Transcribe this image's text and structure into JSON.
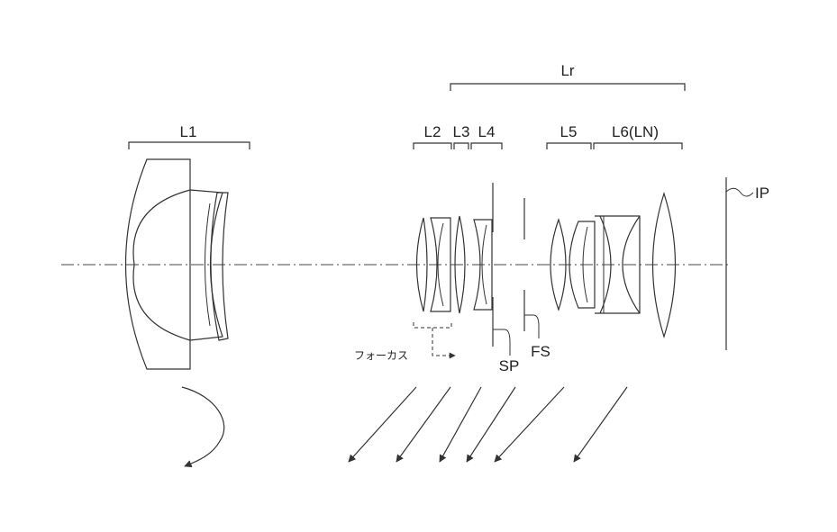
{
  "labels": {
    "lr": "Lr",
    "l1": "L1",
    "l2": "L2",
    "l3": "L3",
    "l4": "L4",
    "l5": "L5",
    "l6": "L6(LN)",
    "ip": "IP",
    "sp": "SP",
    "fs": "FS",
    "focus": "フォーカス"
  }
}
